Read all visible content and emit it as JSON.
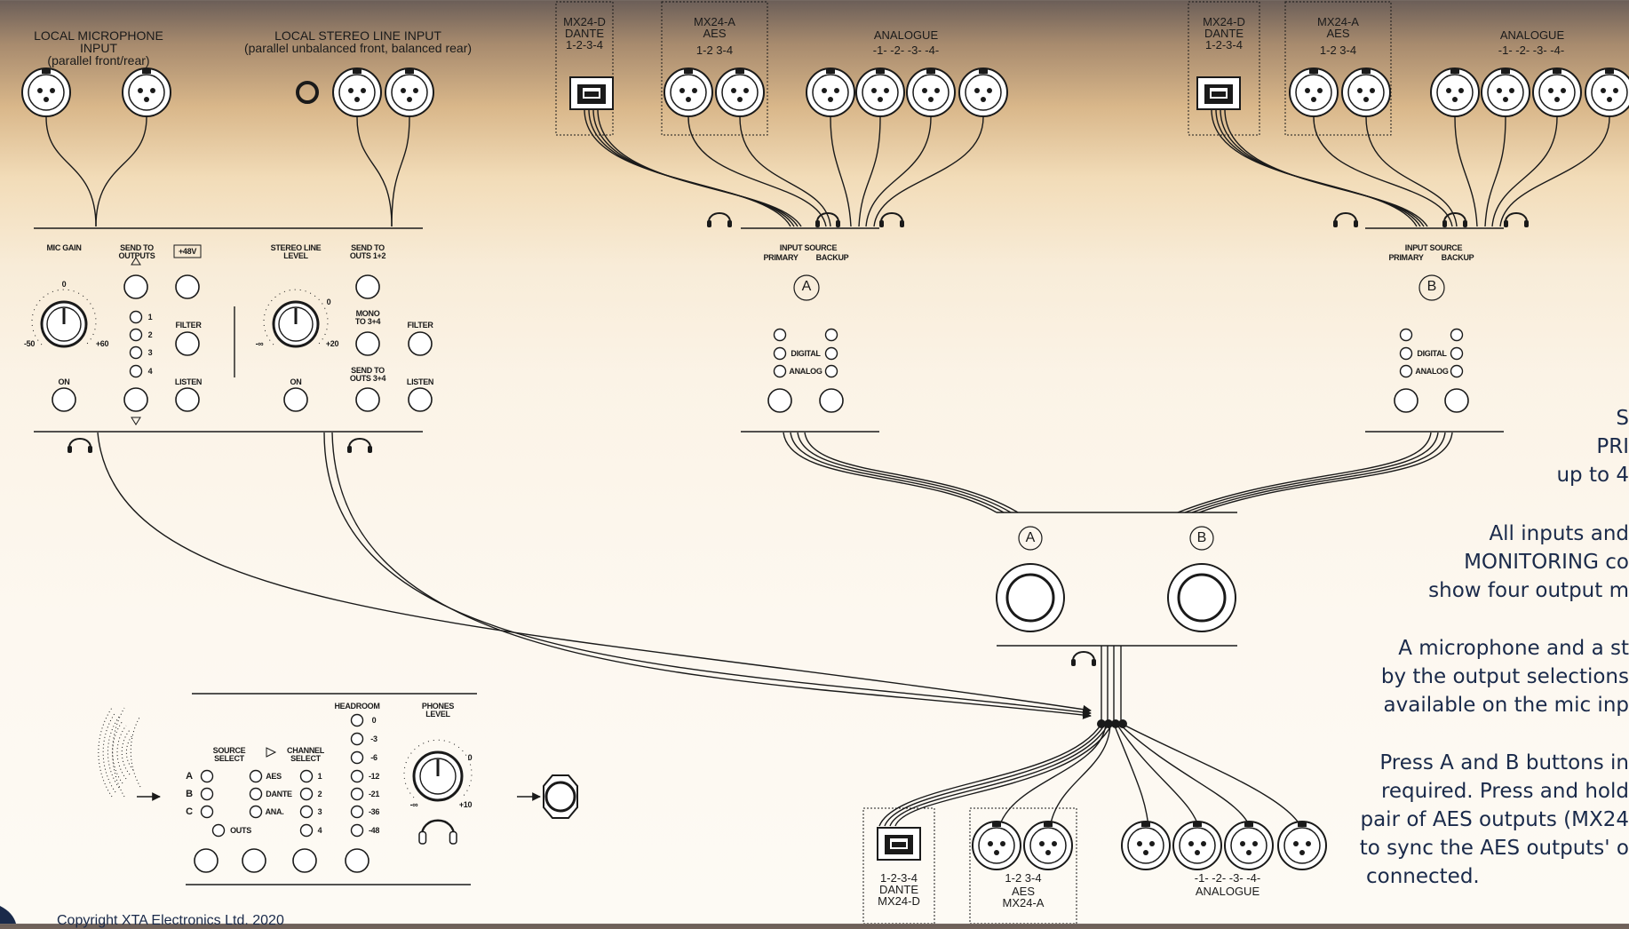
{
  "top_labels": {
    "local_mic": "LOCAL MICROPHONE INPUT",
    "local_mic_sub": "(parallel front/rear)",
    "local_line": "LOCAL STEREO LINE INPUT",
    "local_line_sub": "(parallel unbalanced front, balanced  rear)",
    "dante_a": "MX24-D\nDANTE\n1-2-3-4",
    "aes_a": "MX24-A\nAES",
    "aes_a_ch": "1-2      3-4",
    "analogue_a": "ANALOGUE",
    "analogue_a_ch": "-1-      -2-      -3-      -4-",
    "dante_b": "MX24-D\nDANTE\n1-2-3-4",
    "aes_b": "MX24-A\nAES",
    "aes_b_ch": "1-2      3-4",
    "analogue_b": "ANALOGUE",
    "analogue_b_ch": "-1-      -2-      -3-      -4-"
  },
  "panel_left": {
    "mic_gain": "MIC GAIN",
    "send_to_outputs": "SEND TO\nOUTPUTS",
    "phantom": "+48V",
    "filter": "FILTER",
    "listen": "LISTEN",
    "on": "ON",
    "knob_min": "-50",
    "knob_max": "+60",
    "knob_zero": "0",
    "out1": "1",
    "out2": "2",
    "out3": "3",
    "out4": "4",
    "stereo_level": "STEREO LINE\nLEVEL",
    "send_outs12": "SEND TO\nOUTS 1+2",
    "mono_to34": "MONO\nTO 3+4",
    "send_outs34": "SEND TO\nOUTS 3+4",
    "filter2": "FILTER",
    "listen2": "LISTEN",
    "on2": "ON",
    "knob2_min": "-∞",
    "knob2_max": "+20",
    "knob2_zero": "0"
  },
  "input_source_a": {
    "title": "INPUT SOURCE",
    "primary": "PRIMARY",
    "backup": "BACKUP",
    "badge": "A",
    "digital": "DIGITAL",
    "analog": "ANALOG"
  },
  "input_source_b": {
    "title": "INPUT SOURCE",
    "primary": "PRIMARY",
    "backup": "BACKUP",
    "badge": "B",
    "digital": "DIGITAL",
    "analog": "ANALOG"
  },
  "ab_block": {
    "a": "A",
    "b": "B"
  },
  "monitor_panel": {
    "source_select": "SOURCE\nSELECT",
    "channel_select": "CHANNEL\nSELECT",
    "src_a": "A",
    "src_b": "B",
    "src_c": "C",
    "outs": "OUTS",
    "aes": "AES",
    "dante": "DANTE",
    "ana": "ANA.",
    "ch1": "1",
    "ch2": "2",
    "ch3": "3",
    "ch4": "4",
    "headroom": "HEADROOM",
    "hr": [
      "0",
      "-3",
      "-6",
      "-12",
      "-21",
      "-36",
      "-48"
    ],
    "phones_level": "PHONES\nLEVEL",
    "ph_min": "-∞",
    "ph_max": "+10",
    "ph_zero": "0"
  },
  "bottom_outputs": {
    "dante": "1-2-3-4\nDANTE\nMX24-D",
    "aes_ch": "1-2      3-4",
    "aes": "AES\nMX24-A",
    "analogue_ch": "-1-        -2-        -3-        -4-",
    "analogue": "ANALOGUE"
  },
  "notes": [
    "S",
    "PRI",
    "up to 4",
    "All inputs and",
    "MONITORING co",
    "show four output m",
    "A microphone and a st",
    "by the output selections",
    "available on the mic inp",
    "Press A and B buttons in",
    "required.  Press and hold",
    "pair of AES outputs (MX24",
    "to sync the AES outputs' o",
    "connected."
  ],
  "copyright": "Copyright XTA Electronics Ltd. 2020"
}
